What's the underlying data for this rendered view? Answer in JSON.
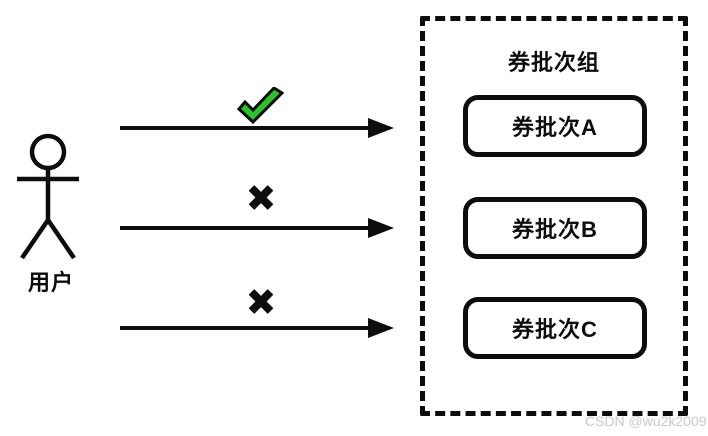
{
  "diagram": {
    "actor_label": "用户",
    "group_title": "券批次组",
    "batches": [
      "券批次A",
      "券批次B",
      "券批次C"
    ],
    "arrows": [
      {
        "target": "券批次A",
        "result": "allowed",
        "marker": "check"
      },
      {
        "target": "券批次B",
        "result": "denied",
        "marker": "cross"
      },
      {
        "target": "券批次C",
        "result": "denied",
        "marker": "cross"
      }
    ],
    "icons": {
      "cross_glyph": "✖"
    },
    "watermark": "CSDN @wu2k2009",
    "colors": {
      "check_green": "#2ebe2e",
      "line_black": "#0d0d0d",
      "watermark_gray": "#c9c9c9",
      "background": "#ffffff"
    }
  }
}
